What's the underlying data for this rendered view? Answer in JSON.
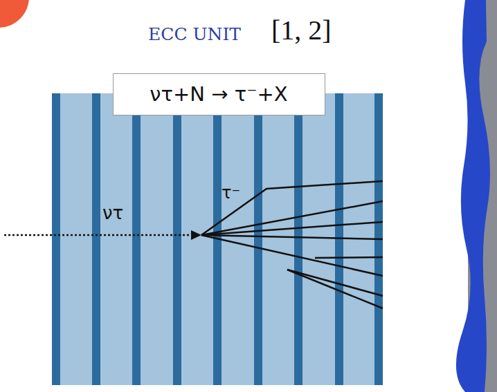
{
  "diagram": {
    "title": "ECC UNIT",
    "nodes": [
      {
        "text": [
          "ντ+N → τ⁻+X"
        ]
      }
    ],
    "labels": [
      "[1, 2]",
      "ντ",
      "τ⁻"
    ]
  }
}
